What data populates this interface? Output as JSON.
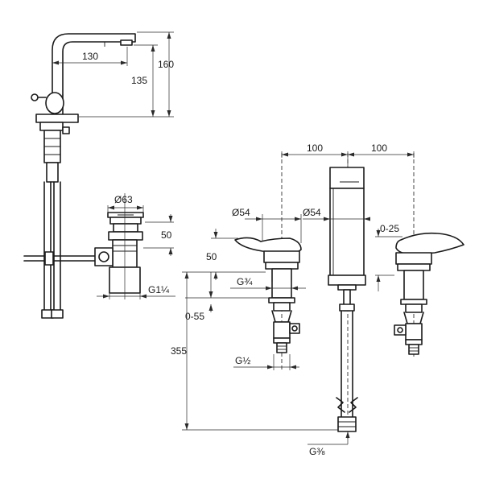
{
  "dimensions": {
    "spout_reach": "130",
    "total_height": "160",
    "spout_height": "135",
    "drain_diameter": "Ø63",
    "drain_height": "50",
    "drain_thread": "G1¼",
    "spacing_left": "100",
    "spacing_right": "100",
    "handle_diameter_left": "Ø54",
    "spout_diameter": "Ø54",
    "adjust_range_right": "0-25",
    "handle_height": "50",
    "valve_thread_top": "G¾",
    "adjust_range_left": "0-55",
    "overall_length": "355",
    "valve_thread_bottom": "G½",
    "supply_thread": "G⅜"
  }
}
